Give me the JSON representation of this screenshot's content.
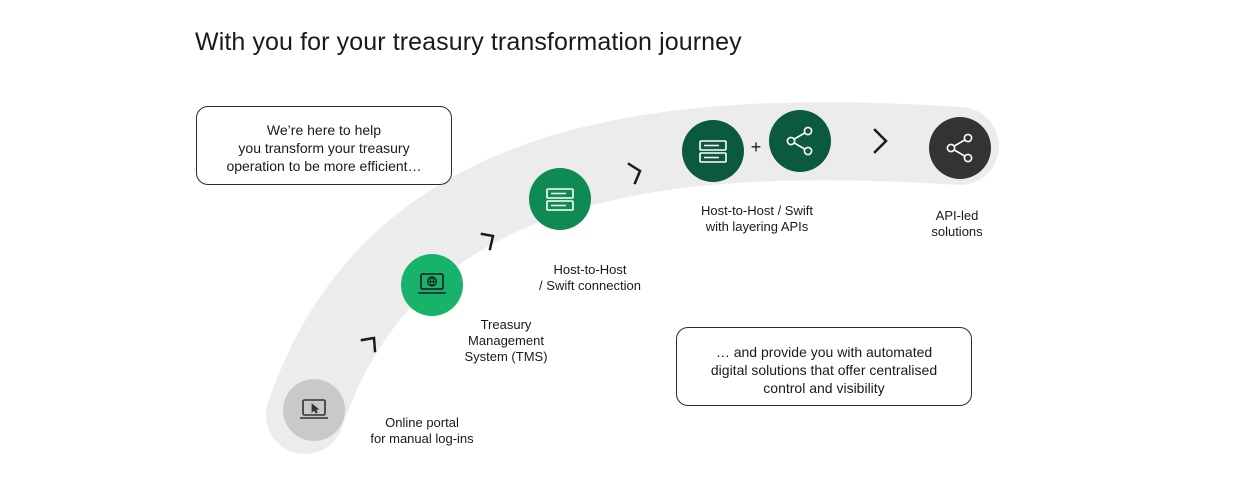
{
  "page": {
    "title": "With you for your treasury transformation journey"
  },
  "colors": {
    "band": "#ececec",
    "portal_circle": "#c9c9c9",
    "tms_circle": "#18b36b",
    "h2h_circle": "#0f8a53",
    "h2h_api_circle": "#0b5a3e",
    "api_circle": "#333333",
    "icon_dark": "#333333",
    "icon_light": "#ffffff",
    "text": "#1a1a1a"
  },
  "callouts": {
    "intro": {
      "lines": [
        "We’re here to help",
        "you transform your treasury",
        "operation to be more efficient…"
      ]
    },
    "outro": {
      "lines": [
        "… and provide you with automated",
        "digital solutions that offer centralised",
        "control and visibility"
      ]
    }
  },
  "steps": [
    {
      "icon": "laptop-cursor-icon",
      "label_lines": [
        "Online portal",
        "for manual log-ins"
      ]
    },
    {
      "icon": "laptop-globe-icon",
      "label_lines": [
        "Treasury",
        "Management",
        "System (TMS)"
      ]
    },
    {
      "icon": "server-icon",
      "label_lines": [
        "Host-to-Host",
        "/ Swift connection"
      ]
    },
    {
      "icon": "server-plus-share-icon",
      "label_lines": [
        "Host-to-Host / Swift",
        "with layering APIs"
      ],
      "joiner": "+"
    },
    {
      "icon": "share-icon",
      "label_lines": [
        "API-led",
        "solutions"
      ]
    }
  ]
}
